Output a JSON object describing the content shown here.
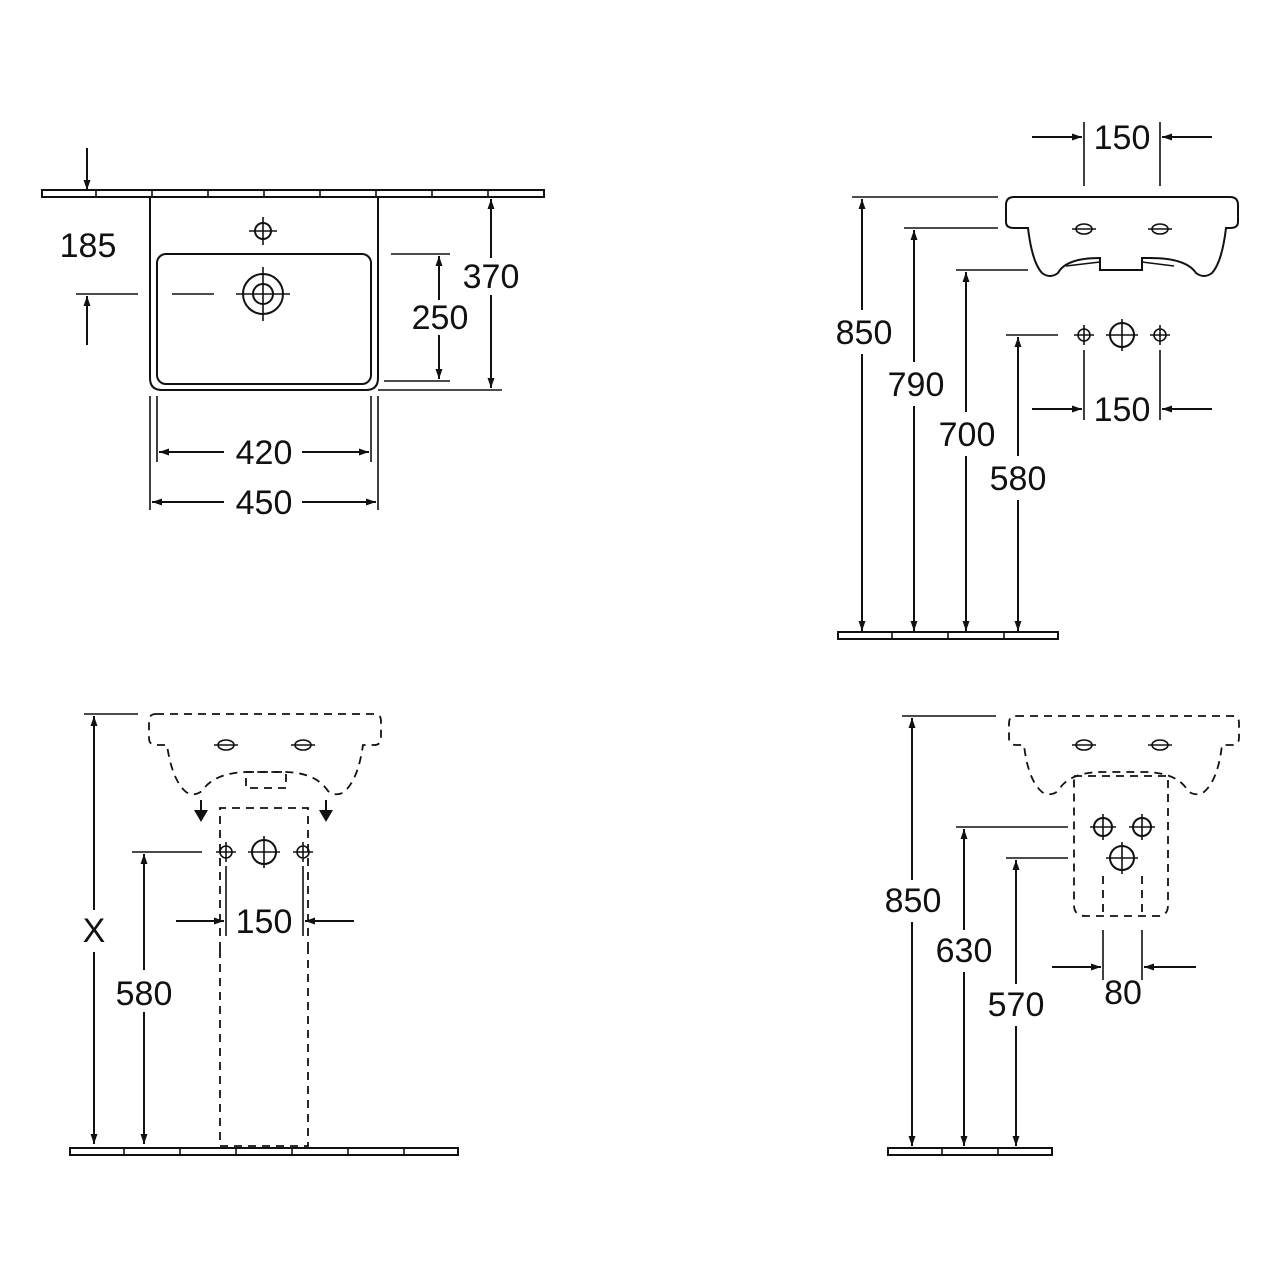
{
  "drawings": {
    "top_view": {
      "dims": {
        "tap_hole_offset": "185",
        "overall_depth": "370",
        "bowl_depth": "250",
        "bowl_width": "420",
        "overall_width": "450"
      }
    },
    "side_view": {
      "dims": {
        "rim_height": "850",
        "height_790": "790",
        "height_700": "700",
        "height_580": "580",
        "top_spacing": "150",
        "bottom_spacing": "150"
      }
    },
    "pedestal_view": {
      "dims": {
        "variable_height": "X",
        "height_580": "580",
        "spacing": "150"
      }
    },
    "semi_pedestal_view": {
      "dims": {
        "rim_height": "850",
        "height_630": "630",
        "height_570": "570",
        "spacing": "80"
      }
    }
  }
}
